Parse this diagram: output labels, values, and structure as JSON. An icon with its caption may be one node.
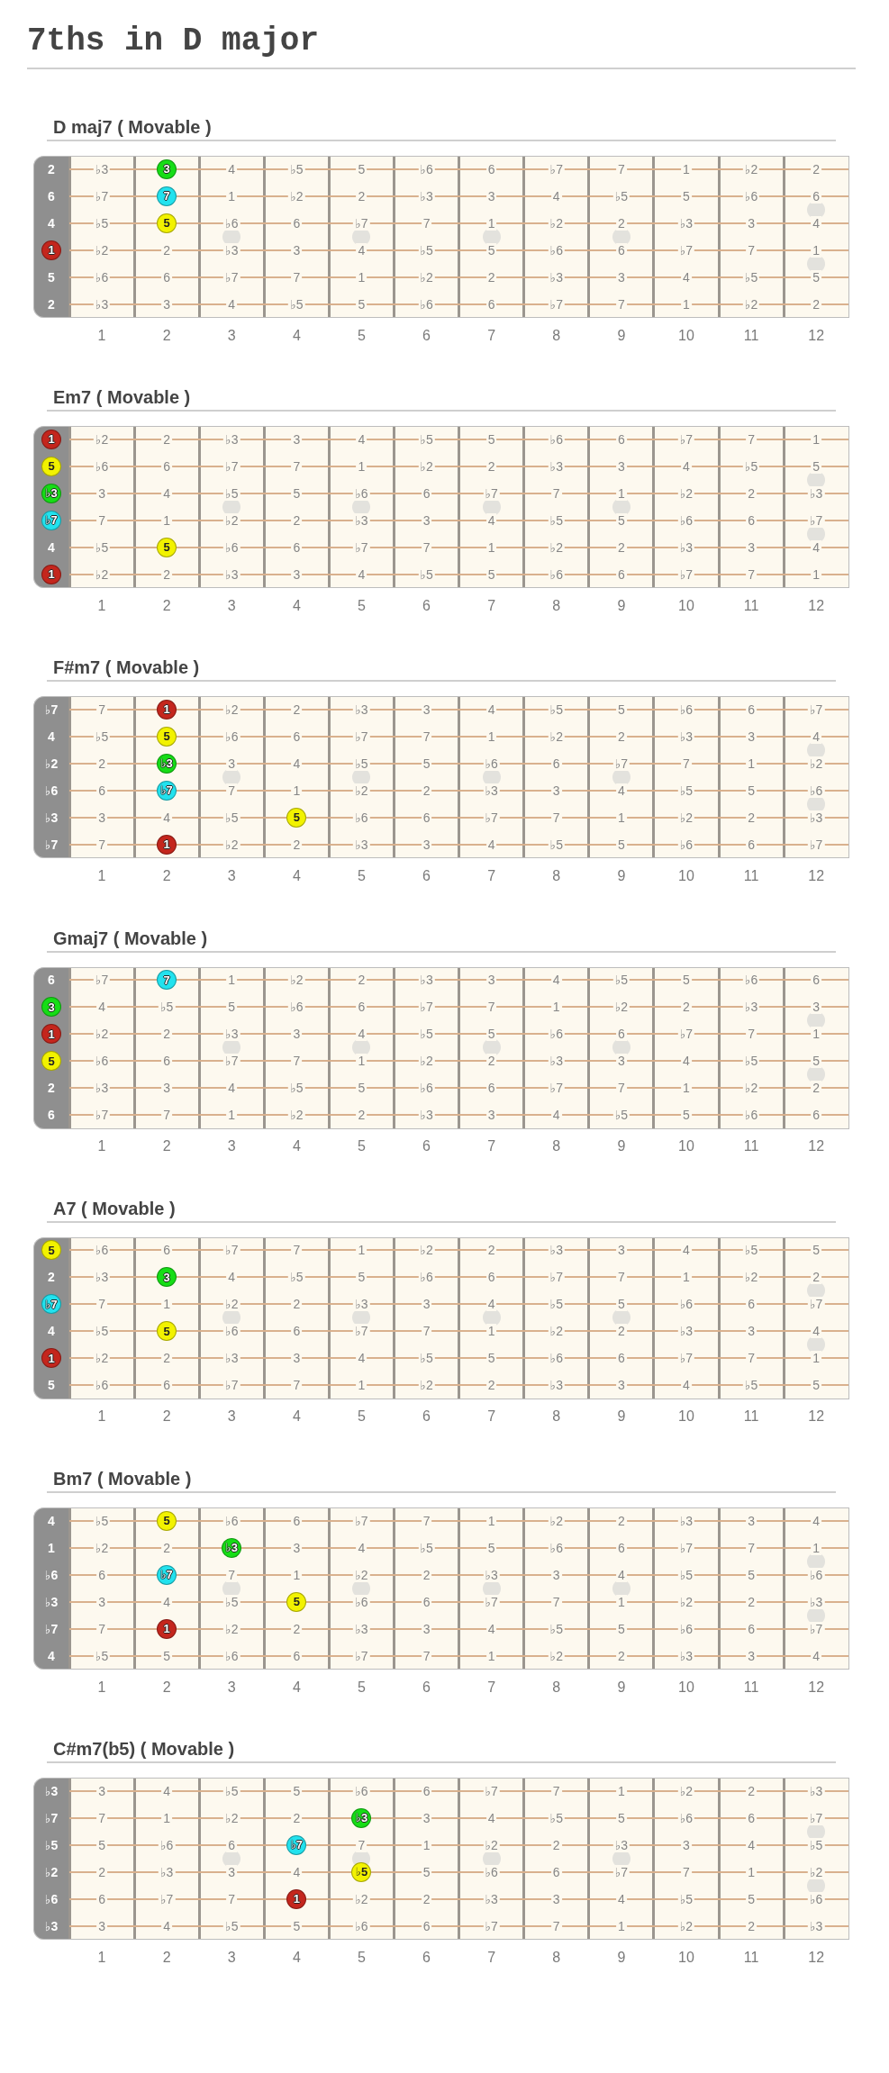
{
  "diagram": {
    "title": "7ths in D major",
    "nodes": [
      {
        "text": [
          "D maj7 ( Movable )",
          "2",
          "♭3",
          "4",
          "♭5",
          "5",
          "♭6",
          "6",
          "♭7",
          "7",
          "1",
          "♭2",
          "2",
          "6",
          "♭7",
          "1",
          "♭2",
          "2",
          "♭3",
          "3",
          "4",
          "♭5",
          "5",
          "♭6",
          "6",
          "4",
          "♭5",
          "♭6",
          "6",
          "♭7",
          "7",
          "1",
          "♭2",
          "2",
          "♭3",
          "3",
          "4",
          "♭2",
          "2",
          "♭3",
          "3",
          "4",
          "♭5",
          "5",
          "♭6",
          "6",
          "♭7",
          "7",
          "1",
          "5",
          "♭6",
          "6",
          "♭7",
          "7",
          "1",
          "♭2",
          "2",
          "♭3",
          "3",
          "4",
          "♭5",
          "5",
          "2",
          "♭3",
          "3",
          "4",
          "♭5",
          "5",
          "♭6",
          "6",
          "♭7",
          "7",
          "1",
          "♭2",
          "2"
        ],
        "beside": [
          "1",
          "2",
          "3",
          "4",
          "5",
          "6",
          "7",
          "8",
          "9",
          "10",
          "11",
          "12"
        ]
      },
      {
        "text": [
          "3"
        ],
        "in": 0
      },
      {
        "text": [
          "7"
        ],
        "in": 0
      },
      {
        "text": [
          "5"
        ],
        "in": 0
      },
      {
        "text": [
          "1"
        ],
        "in": 0
      },
      {
        "text": [
          "Em7 ( Movable )",
          "♭2",
          "2",
          "♭3",
          "3",
          "4",
          "♭5",
          "5",
          "♭6",
          "6",
          "♭7",
          "7",
          "1",
          "♭6",
          "6",
          "♭7",
          "7",
          "1",
          "♭2",
          "2",
          "♭3",
          "3",
          "4",
          "♭5",
          "5",
          "3",
          "4",
          "♭5",
          "5",
          "♭6",
          "6",
          "♭7",
          "7",
          "1",
          "♭2",
          "2",
          "♭3",
          "7",
          "1",
          "♭2",
          "2",
          "♭3",
          "3",
          "4",
          "♭5",
          "5",
          "♭6",
          "6",
          "♭7",
          "4",
          "♭5",
          "♭6",
          "6",
          "♭7",
          "7",
          "1",
          "♭2",
          "2",
          "♭3",
          "3",
          "4",
          "♭2",
          "2",
          "♭3",
          "3",
          "4",
          "♭5",
          "5",
          "♭6",
          "6",
          "♭7",
          "7",
          "1"
        ],
        "beside": [
          "1",
          "2",
          "3",
          "4",
          "5",
          "6",
          "7",
          "8",
          "9",
          "10",
          "11",
          "12"
        ]
      },
      {
        "text": [
          "1"
        ],
        "in": 5
      },
      {
        "text": [
          "5"
        ],
        "in": 5
      },
      {
        "text": [
          "♭3"
        ],
        "in": 5
      },
      {
        "text": [
          "♭7"
        ],
        "in": 5
      },
      {
        "text": [
          "5"
        ],
        "in": 5
      },
      {
        "text": [
          "1"
        ],
        "in": 5
      },
      {
        "text": [
          "F#m7 ( Movable )",
          "♭7",
          "7",
          "♭2",
          "2",
          "♭3",
          "3",
          "4",
          "♭5",
          "5",
          "♭6",
          "6",
          "♭7",
          "4",
          "♭5",
          "♭6",
          "6",
          "♭7",
          "7",
          "1",
          "♭2",
          "2",
          "♭3",
          "3",
          "4",
          "♭2",
          "2",
          "3",
          "4",
          "♭5",
          "5",
          "♭6",
          "6",
          "♭7",
          "7",
          "1",
          "♭2",
          "♭6",
          "6",
          "7",
          "1",
          "♭2",
          "2",
          "♭3",
          "3",
          "4",
          "♭5",
          "5",
          "♭6",
          "♭3",
          "3",
          "4",
          "♭5",
          "♭6",
          "6",
          "♭7",
          "7",
          "1",
          "♭2",
          "2",
          "♭3",
          "♭7",
          "7",
          "♭2",
          "2",
          "♭3",
          "3",
          "4",
          "♭5",
          "5",
          "♭6",
          "6",
          "♭7"
        ],
        "beside": [
          "1",
          "2",
          "3",
          "4",
          "5",
          "6",
          "7",
          "8",
          "9",
          "10",
          "11",
          "12"
        ]
      },
      {
        "text": [
          "1"
        ],
        "in": 12
      },
      {
        "text": [
          "5"
        ],
        "in": 12
      },
      {
        "text": [
          "♭3"
        ],
        "in": 12
      },
      {
        "text": [
          "♭7"
        ],
        "in": 12
      },
      {
        "text": [
          "5"
        ],
        "in": 12
      },
      {
        "text": [
          "1"
        ],
        "in": 12
      },
      {
        "text": [
          "Gmaj7 ( Movable )",
          "6",
          "♭7",
          "1",
          "♭2",
          "2",
          "♭3",
          "3",
          "4",
          "♭5",
          "5",
          "♭6",
          "6",
          "4",
          "♭5",
          "5",
          "♭6",
          "6",
          "♭7",
          "7",
          "1",
          "♭2",
          "2",
          "♭3",
          "3",
          "♭2",
          "2",
          "♭3",
          "3",
          "4",
          "♭5",
          "5",
          "♭6",
          "6",
          "♭7",
          "7",
          "1",
          "♭6",
          "6",
          "♭7",
          "7",
          "1",
          "♭2",
          "2",
          "♭3",
          "3",
          "4",
          "♭5",
          "5",
          "2",
          "♭3",
          "3",
          "4",
          "♭5",
          "5",
          "♭6",
          "6",
          "♭7",
          "7",
          "1",
          "♭2",
          "2",
          "6",
          "♭7",
          "7",
          "1",
          "♭2",
          "2",
          "♭3",
          "3",
          "4",
          "♭5",
          "5",
          "♭6",
          "6"
        ],
        "beside": [
          "1",
          "2",
          "3",
          "4",
          "5",
          "6",
          "7",
          "8",
          "9",
          "10",
          "11",
          "12"
        ]
      },
      {
        "text": [
          "7"
        ],
        "in": 19
      },
      {
        "text": [
          "3"
        ],
        "in": 19
      },
      {
        "text": [
          "1"
        ],
        "in": 19
      },
      {
        "text": [
          "5"
        ],
        "in": 19
      },
      {
        "text": [
          "A7 ( Movable )",
          "♭6",
          "6",
          "♭7",
          "7",
          "1",
          "♭2",
          "2",
          "♭3",
          "3",
          "4",
          "♭5",
          "5",
          "2",
          "♭3",
          "4",
          "♭5",
          "5",
          "♭6",
          "6",
          "♭7",
          "7",
          "1",
          "♭2",
          "2",
          "7",
          "1",
          "♭2",
          "2",
          "♭3",
          "3",
          "4",
          "♭5",
          "5",
          "♭6",
          "6",
          "♭7",
          "4",
          "♭5",
          "♭6",
          "6",
          "♭7",
          "7",
          "1",
          "♭2",
          "2",
          "♭3",
          "3",
          "4",
          "♭2",
          "2",
          "♭3",
          "3",
          "4",
          "♭5",
          "5",
          "♭6",
          "6",
          "♭7",
          "7",
          "1",
          "5",
          "♭6",
          "6",
          "♭7",
          "7",
          "1",
          "♭2",
          "2",
          "♭3",
          "3",
          "4",
          "♭5",
          "5"
        ],
        "beside": [
          "1",
          "2",
          "3",
          "4",
          "5",
          "6",
          "7",
          "8",
          "9",
          "10",
          "11",
          "12"
        ]
      },
      {
        "text": [
          "5"
        ],
        "in": 24
      },
      {
        "text": [
          "3"
        ],
        "in": 24
      },
      {
        "text": [
          "♭7"
        ],
        "in": 24
      },
      {
        "text": [
          "5"
        ],
        "in": 24
      },
      {
        "text": [
          "1"
        ],
        "in": 24
      },
      {
        "text": [
          "Bm7 ( Movable )",
          "4",
          "♭5",
          "♭6",
          "6",
          "♭7",
          "7",
          "1",
          "♭2",
          "2",
          "♭3",
          "3",
          "4",
          "1",
          "♭2",
          "2",
          "3",
          "4",
          "♭5",
          "5",
          "♭6",
          "6",
          "♭7",
          "7",
          "1",
          "♭6",
          "6",
          "7",
          "1",
          "♭2",
          "2",
          "♭3",
          "3",
          "4",
          "♭5",
          "5",
          "♭6",
          "♭3",
          "3",
          "4",
          "♭5",
          "♭6",
          "6",
          "♭7",
          "7",
          "1",
          "♭2",
          "2",
          "♭3",
          "♭7",
          "7",
          "♭2",
          "2",
          "♭3",
          "3",
          "4",
          "♭5",
          "5",
          "♭6",
          "6",
          "♭7",
          "4",
          "♭5",
          "5",
          "♭6",
          "6",
          "♭7",
          "7",
          "1",
          "♭2",
          "2",
          "♭3",
          "3",
          "4"
        ],
        "beside": [
          "1",
          "2",
          "3",
          "4",
          "5",
          "6",
          "7",
          "8",
          "9",
          "10",
          "11",
          "12"
        ]
      },
      {
        "text": [
          "5"
        ],
        "in": 30
      },
      {
        "text": [
          "♭3"
        ],
        "in": 30
      },
      {
        "text": [
          "♭7"
        ],
        "in": 30
      },
      {
        "text": [
          "5"
        ],
        "in": 30
      },
      {
        "text": [
          "1"
        ],
        "in": 30
      },
      {
        "text": [
          "C#m7(b5) ( Movable )",
          "♭3",
          "3",
          "4",
          "♭5",
          "5",
          "♭6",
          "6",
          "♭7",
          "7",
          "1",
          "♭2",
          "2",
          "♭3",
          "♭7",
          "7",
          "1",
          "♭2",
          "2",
          "3",
          "4",
          "♭5",
          "5",
          "♭6",
          "6",
          "♭7",
          "♭5",
          "5",
          "♭6",
          "6",
          "7",
          "1",
          "♭2",
          "2",
          "♭3",
          "3",
          "4",
          "♭5",
          "♭2",
          "2",
          "♭3",
          "3",
          "4",
          "5",
          "♭6",
          "6",
          "♭7",
          "7",
          "1",
          "♭2",
          "♭6",
          "6",
          "♭7",
          "7",
          "♭2",
          "2",
          "♭3",
          "3",
          "4",
          "♭5",
          "5",
          "♭6",
          "♭3",
          "3",
          "4",
          "♭5",
          "5",
          "♭6",
          "6",
          "♭7",
          "7",
          "1",
          "♭2",
          "2",
          "♭3"
        ],
        "beside": [
          "1",
          "2",
          "3",
          "4",
          "5",
          "6",
          "7",
          "8",
          "9",
          "10",
          "11",
          "12"
        ]
      },
      {
        "text": [
          "♭3"
        ],
        "in": 36
      },
      {
        "text": [
          "♭7"
        ],
        "in": 36
      },
      {
        "text": [
          "♭5"
        ],
        "in": 36
      },
      {
        "text": [
          "1"
        ],
        "in": 36
      }
    ]
  }
}
